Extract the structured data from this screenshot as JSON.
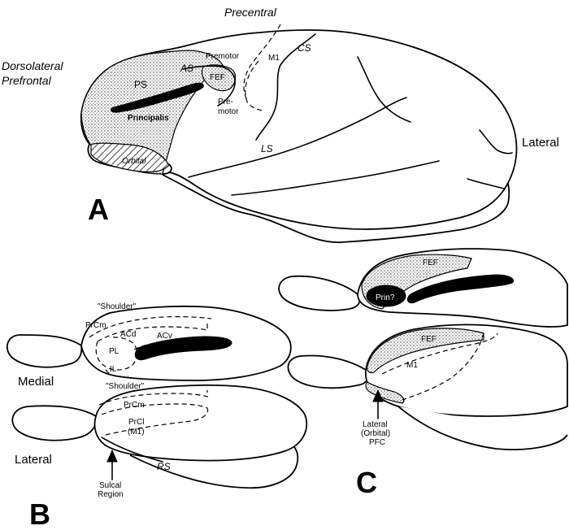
{
  "panels": {
    "a": {
      "letter": "A",
      "region_title_line1": "Dorsolateral",
      "region_title_line2": "Prefrontal",
      "precentral": "Precentral",
      "view_label": "Lateral",
      "labels": {
        "ps": "PS",
        "principalis": "Principalis",
        "as": "AS",
        "fef": "FEF",
        "premotor": "Premotor",
        "m1": "M1",
        "cs": "CS",
        "premotor_lower_1": "Pre-",
        "premotor_lower_2": "motor",
        "ls": "LS",
        "orbital": "Orbital"
      }
    },
    "b": {
      "letter": "B",
      "medial_label": "Medial",
      "lateral_label": "Lateral",
      "shoulder_upper": "\"Shoulder\"",
      "shoulder_lower": "\"Shoulder\"",
      "labels": {
        "prcm_upper": "PrCm",
        "acd": "ACd",
        "pl": "PL",
        "acv": "ACv",
        "il": "IL",
        "prcm_lower": "PrCm",
        "prcl": "PrCl",
        "m1": "(M1)",
        "rs": "RS",
        "sulcal_1": "Sulcal",
        "sulcal_2": "Region"
      }
    },
    "c": {
      "letter": "C",
      "labels": {
        "fef_upper": "FEF",
        "prin": "Prin?",
        "fef_lower": "FEF",
        "m1": "M1",
        "lateral_1": "Lateral",
        "lateral_2": "(Orbital)",
        "lateral_3": "PFC"
      }
    }
  }
}
